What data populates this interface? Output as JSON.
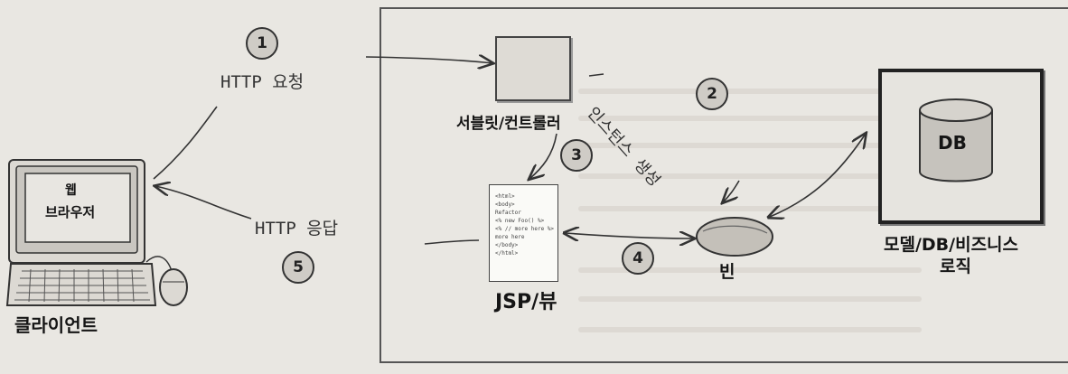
{
  "steps": [
    "1",
    "2",
    "3",
    "4",
    "5"
  ],
  "labels": {
    "http_request": "HTTP 요청",
    "create_instance": "인스턴스 생성",
    "http_response": "HTTP 응답",
    "servlet_controller": "서블릿/컨트롤러",
    "jsp_view": "JSP/뷰",
    "bean": "빈",
    "model_line1": "모델/DB/비즈니스",
    "model_line2": "로직",
    "db": "DB",
    "client": "클라이언트",
    "browser_line1": "웹",
    "browser_line2": "브라우저"
  },
  "jsp_code": [
    "<html>",
    "<body>",
    "Refactor",
    "<% new Foo() %>",
    "<% // more here %>",
    "more here",
    "</body>",
    "</html>"
  ],
  "icons": [
    "computer-monitor-icon",
    "keyboard-icon",
    "mouse-icon",
    "servlet-box-icon",
    "jsp-document-icon",
    "bean-icon",
    "db-cylinder-icon",
    "arrow-icon"
  ]
}
